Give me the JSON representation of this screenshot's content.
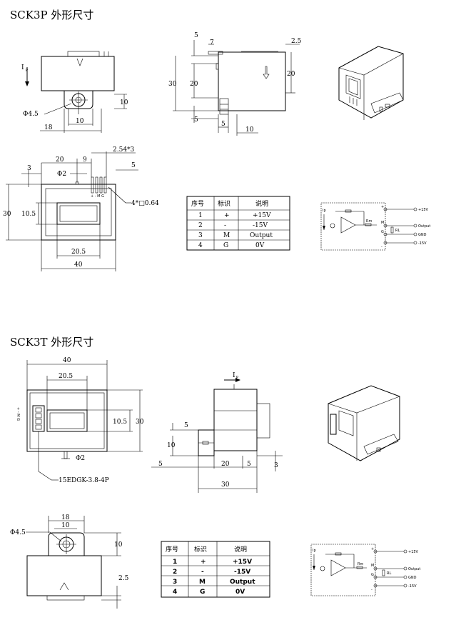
{
  "sections": [
    {
      "title": "SCK3P 外形尺寸",
      "front_view": {
        "ip": "I",
        "ip_sub": "P",
        "dims": [
          "Φ4.5",
          "10",
          "10",
          "18"
        ]
      },
      "side_view": {
        "dims": [
          "5",
          "7",
          "2.5",
          "30",
          "20",
          "20",
          "5",
          "5",
          "10"
        ]
      },
      "bottom_view": {
        "dims": [
          "20",
          "9",
          "2.54*3",
          "3",
          "Φ2",
          "5",
          "4*□0.64",
          "30",
          "10.5",
          "20.5",
          "40"
        ],
        "pins": "+ - M G"
      },
      "pin_table": {
        "headers": [
          "序号",
          "标识",
          "说明"
        ],
        "rows": [
          [
            "1",
            "+",
            "+15V"
          ],
          [
            "2",
            "-",
            "-15V"
          ],
          [
            "3",
            "M",
            "Output"
          ],
          [
            "4",
            "G",
            "0V"
          ]
        ]
      },
      "circuit": {
        "labels": [
          "+15V",
          "Output",
          "GND",
          "-15V"
        ],
        "ip": "Ip",
        "rm": "Rm",
        "rl": "RL",
        "pins": [
          "+",
          "M",
          "G",
          "-"
        ]
      }
    },
    {
      "title": "SCK3T 外形尺寸",
      "top_view": {
        "dims": [
          "40",
          "20.5",
          "10.5",
          "30",
          "Φ2"
        ],
        "connector": "15EDGK-3.8-4P",
        "pins": "+ - M G"
      },
      "side_view": {
        "ip": "I",
        "ip_sub": "P",
        "dims": [
          "5",
          "10",
          "5",
          "20",
          "5",
          "3",
          "30"
        ]
      },
      "front_view": {
        "dims": [
          "18",
          "10",
          "Φ4.5",
          "10",
          "2.5"
        ]
      },
      "pin_table": {
        "headers": [
          "序号",
          "标识",
          "说明"
        ],
        "rows": [
          [
            "1",
            "+",
            "+15V"
          ],
          [
            "2",
            "-",
            "-15V"
          ],
          [
            "3",
            "M",
            "Output"
          ],
          [
            "4",
            "G",
            "0V"
          ]
        ]
      },
      "circuit": {
        "labels": [
          "+15V",
          "Output",
          "GND",
          "-15V"
        ],
        "ip": "Ip",
        "rm": "Rm",
        "rl": "RL",
        "pins": [
          "+",
          "M",
          "G",
          "-"
        ]
      }
    }
  ]
}
